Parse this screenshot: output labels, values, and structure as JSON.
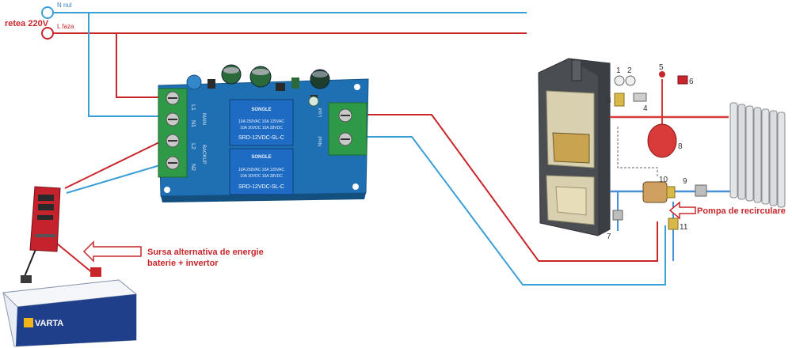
{
  "labels": {
    "n_nul": "N nul",
    "l_faza": "L faza",
    "retea": "retea 220V",
    "sursa_line1": "Sursa alternativa de energie",
    "sursa_line2": "baterie + invertor",
    "pompa": "Pompa de recirculare",
    "battery_brand": "VARTA"
  },
  "board": {
    "relay_brand": "SONGLE",
    "relay_rating_1": "10A 250VAC 10A 125VAC",
    "relay_rating_2": "10A 30VDC 10A 28VDC",
    "relay_model": "SRD-12VDC-SL-C",
    "terminal_left_1": "L1",
    "terminal_left_2": "N1",
    "terminal_left_3": "L2",
    "terminal_left_4": "N2",
    "terminal_right_1": "Lout",
    "terminal_right_2": "Nout",
    "side_main": "MAIN",
    "side_backup": "BACKUP"
  },
  "heating": {
    "num_1": "1",
    "num_2": "2",
    "num_3": "3",
    "num_4": "4",
    "num_5": "5",
    "num_6": "6",
    "num_7": "7",
    "num_8": "8",
    "num_9": "9",
    "num_10": "10",
    "num_11": "11"
  },
  "colors": {
    "neutral_wire": "#3a9fd6",
    "phase_wire": "#c8262b",
    "label_red": "#c8262b",
    "label_blue": "#2c7fc0",
    "board": "#1e6fb0",
    "terminal": "#2e9a48"
  }
}
